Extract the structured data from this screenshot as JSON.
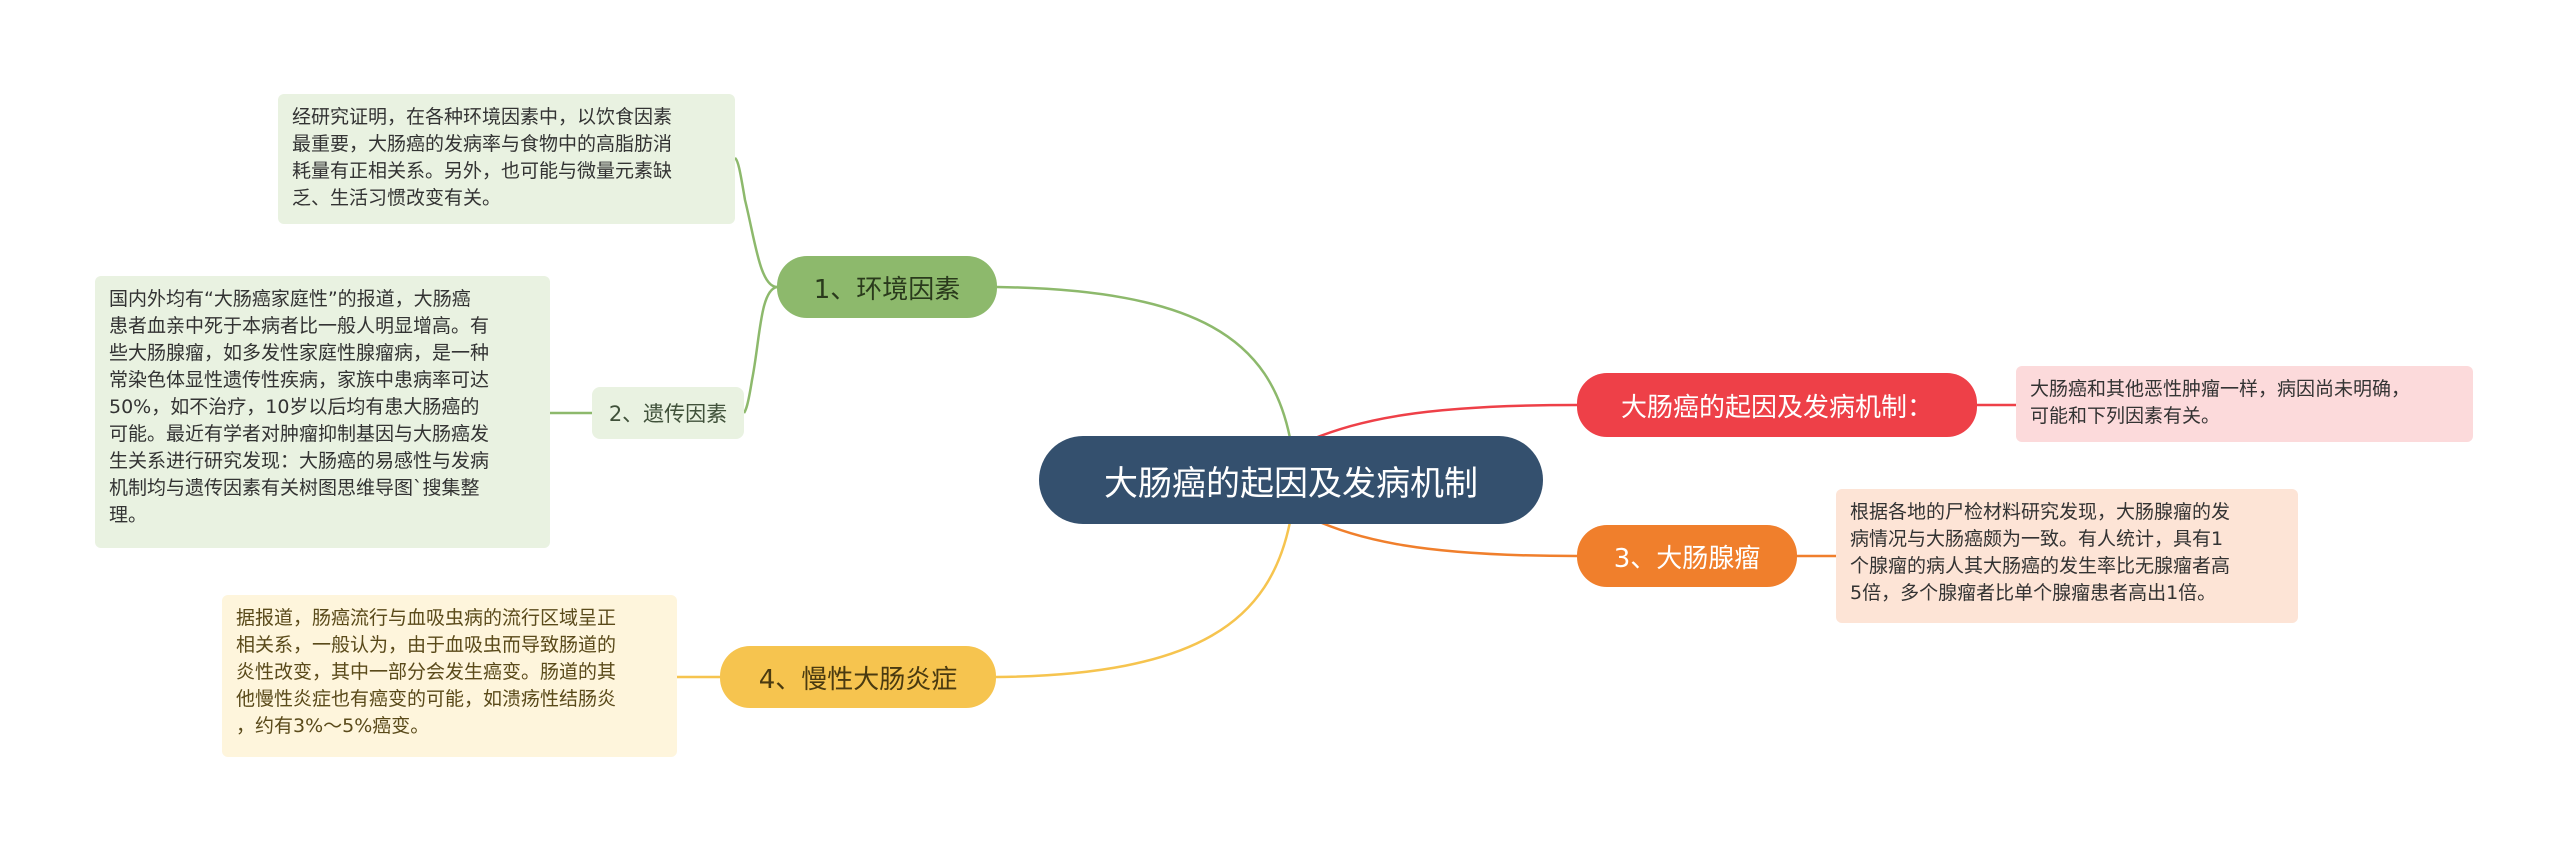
{
  "root": {
    "label": "大肠癌的起因及发病机制"
  },
  "branches": {
    "environment": {
      "label": "1、环境因素",
      "note": "经研究证明，在各种环境因素中，以饮食因素\n最重要，大肠癌的发病率与食物中的高脂肪消\n耗量有正相关系。另外，也可能与微量元素缺\n乏、生活习惯改变有关。",
      "color": "#8db96c"
    },
    "genetic": {
      "label": "2、遗传因素",
      "note": "国内外均有“大肠癌家庭性”的报道，大肠癌\n患者血亲中死于本病者比一般人明显增高。有\n些大肠腺瘤，如多发性家庭性腺瘤病，是一种\n常染色体显性遗传性疾病，家族中患病率可达\n50%，如不治疗，10岁以后均有患大肠癌的\n可能。最近有学者对肿瘤抑制基因与大肠癌发\n生关系进行研究发现：大肠癌的易感性与发病\n机制均与遗传因素有关树图思维导图`搜集整\n理。",
      "color": "#8db96c"
    },
    "chronic": {
      "label": "4、慢性大肠炎症",
      "note": "据报道，肠癌流行与血吸虫病的流行区域呈正\n相关系，一般认为，由于血吸虫而导致肠道的\n炎性改变，其中一部分会发生癌变。肠道的其\n他慢性炎症也有癌变的可能，如溃疡性结肠炎\n，约有3%～5%癌变。",
      "color": "#f6c44f"
    },
    "mechanism": {
      "label": "大肠癌的起因及发病机制：",
      "note": "大肠癌和其他恶性肿瘤一样，病因尚未明确，\n可能和下列因素有关。",
      "color": "#ee4048"
    },
    "adenoma": {
      "label": "3、大肠腺瘤",
      "note": "根据各地的尸检材料研究发现，大肠腺瘤的发\n病情况与大肠癌颇为一致。有人统计，具有1\n个腺瘤的病人其大肠癌的发生率比无腺瘤者高\n5倍，多个腺瘤者比单个腺瘤患者高出1倍。",
      "color": "#f07f2c"
    }
  }
}
